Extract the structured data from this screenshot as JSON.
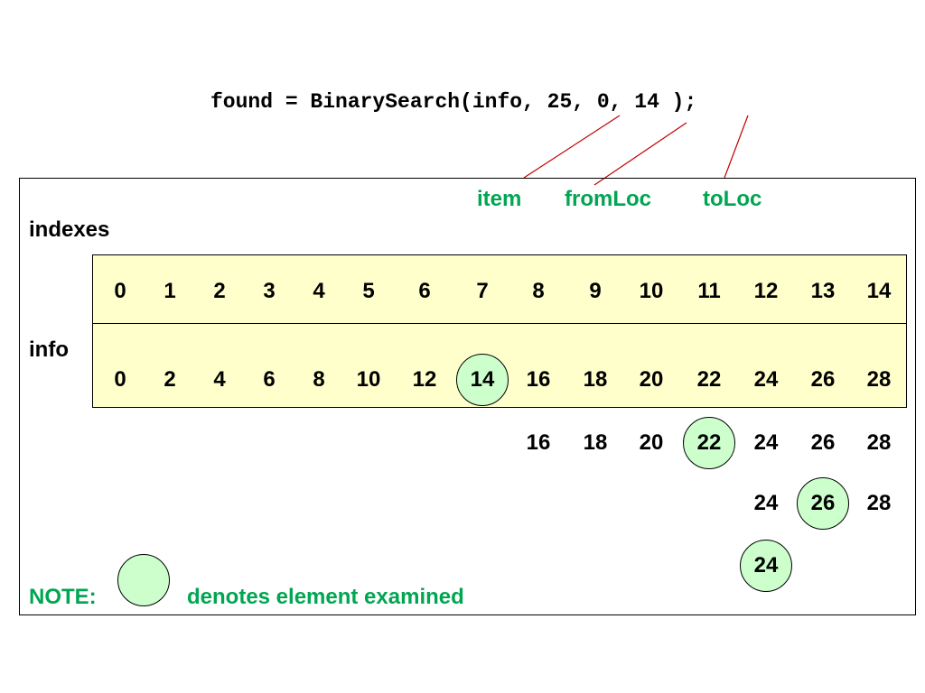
{
  "code_line": "found = BinarySearch(info, 25, 0, 14 );",
  "param_labels": {
    "item": "item",
    "fromLoc": "fromLoc",
    "toLoc": "toLoc"
  },
  "row_labels": {
    "indexes": "indexes",
    "info": "info"
  },
  "indexes": [
    "0",
    "1",
    "2",
    "3",
    "4",
    "5",
    "6",
    "7",
    "8",
    "9",
    "10",
    "11",
    "12",
    "13",
    "14"
  ],
  "info": [
    "0",
    "2",
    "4",
    "6",
    "8",
    "10",
    "12",
    "14",
    "16",
    "18",
    "20",
    "22",
    "24",
    "26",
    "28"
  ],
  "examined_info_index": 7,
  "steps": [
    {
      "values": [
        "16",
        "18",
        "20",
        "22",
        "24",
        "26",
        "28"
      ],
      "start_index": 8,
      "examined_index": 11
    },
    {
      "values": [
        "24",
        "26",
        "28"
      ],
      "start_index": 12,
      "examined_index": 13
    },
    {
      "values": [
        "24"
      ],
      "start_index": 12,
      "examined_index": 12
    }
  ],
  "note": {
    "label": "NOTE:",
    "text": "denotes element examined"
  },
  "colors": {
    "table_fill": "#ffffcc",
    "circle_fill": "#ccffcc",
    "accent_green": "#00a651"
  }
}
